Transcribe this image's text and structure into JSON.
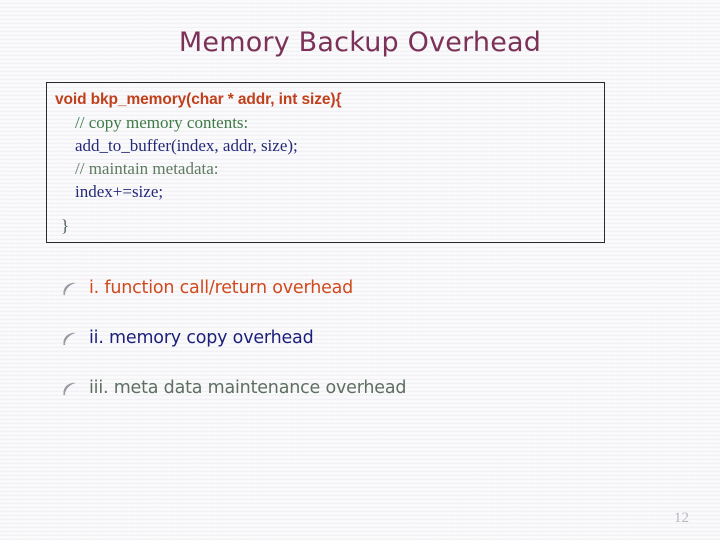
{
  "slide": {
    "title": "Memory Backup Overhead",
    "page_number": "12",
    "title_color": "#7b3158",
    "background_color": "#f4f4f6"
  },
  "code_box": {
    "border_color": "#2b2b2b",
    "lines": [
      {
        "text": "void bkp_memory(char * addr, int size){",
        "style": "signature",
        "color": "#c0401c"
      },
      {
        "text": "// copy memory contents:",
        "style": "comment",
        "color": "#3e7a46"
      },
      {
        "text": "add_to_buffer(index, addr, size);",
        "style": "code",
        "color": "#252a78"
      },
      {
        "text": "// maintain metadata:",
        "style": "comment",
        "color": "#5f7a60"
      },
      {
        "text": "index+=size;",
        "style": "code",
        "color": "#252a78"
      },
      {
        "text": "}",
        "style": "brace",
        "color": "#4d5b52"
      }
    ]
  },
  "bullets": {
    "marker_icon": "pointing-hand-icon",
    "marker_color": "#9a9aa2",
    "items": [
      {
        "label": "i. function call/return overhead",
        "color": "#cf4a1e"
      },
      {
        "label": "ii. memory copy overhead",
        "color": "#1b1f7a"
      },
      {
        "label": "iii. meta data maintenance overhead",
        "color": "#5e6f62"
      }
    ]
  }
}
